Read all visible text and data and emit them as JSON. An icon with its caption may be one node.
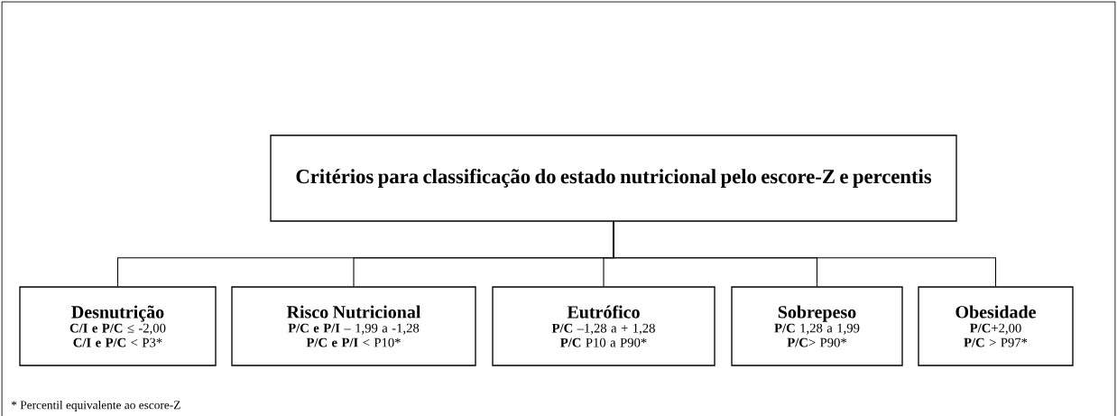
{
  "diagram": {
    "nodes": [
      {
        "text": [
          "Critérios para classificação do estado nutricional pelo escore-Z e percentis"
        ]
      },
      {
        "text": [
          "Desnutrição",
          "**C/I e P/C** ≤ -2,00",
          "**C/I e P/C** < P3*"
        ]
      },
      {
        "text": [
          "Risco Nutricional",
          "**P/C e P/I** – 1,99 a -1,28",
          "**P/C e P/I** < P10*"
        ]
      },
      {
        "text": [
          "Eutrófico",
          "**P/C** –1,28 a + 1,28",
          "**P/C** P10 a P90*"
        ]
      },
      {
        "text": [
          "Sobrepeso",
          "**P/C** 1,28 a 1,99",
          "**P/C**> P90*"
        ]
      },
      {
        "text": [
          "Obesidade",
          "**P/C**+2,00",
          "**P/C** > P97*"
        ]
      }
    ],
    "edges": [
      {
        "from": 0,
        "to": 1,
        "arrow": "none"
      },
      {
        "from": 0,
        "to": 2,
        "arrow": "none"
      },
      {
        "from": 0,
        "to": 3,
        "arrow": "none"
      },
      {
        "from": 0,
        "to": 4,
        "arrow": "none"
      },
      {
        "from": 0,
        "to": 5,
        "arrow": "none"
      }
    ],
    "labels": [
      "* Percentil equivalente ao escore-Z"
    ]
  }
}
